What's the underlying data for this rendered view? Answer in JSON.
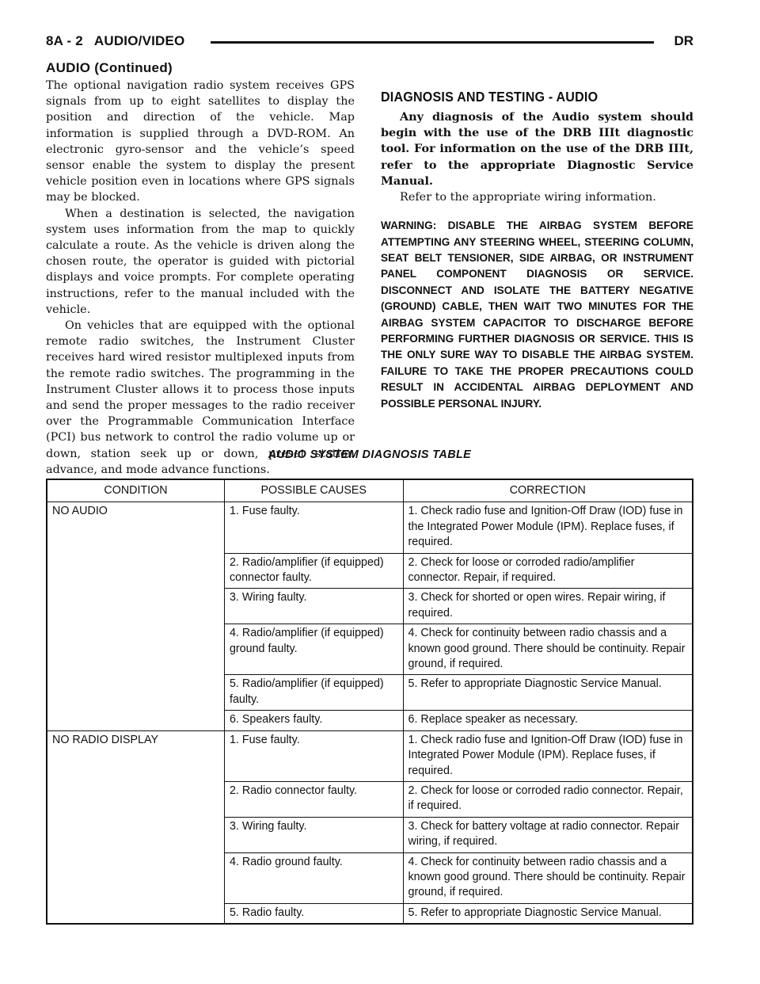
{
  "header": {
    "page_number": "8A - 2",
    "section_title": "AUDIO/VIDEO",
    "model_code": "DR"
  },
  "continued_heading": "AUDIO (Continued)",
  "left_column": {
    "paragraphs": [
      "The optional navigation radio system receives GPS signals from up to eight satellites to display the position and direction of the vehicle. Map information is supplied through a DVD-ROM. An electronic gyro-sensor and the vehicle’s speed sensor enable the system to display the present vehicle position even in locations where GPS signals may be blocked.",
      "When a destination is selected, the navigation system uses information from the map to quickly calculate a route. As the vehicle is driven along the chosen route, the operator is guided with pictorial displays and voice prompts. For complete operating instructions, refer to the manual included with the vehicle.",
      "On vehicles that are equipped with the optional remote radio switches, the Instrument Cluster receives hard wired resistor multiplexed inputs from the remote radio switches. The programming in the Instrument Cluster allows it to process those inputs and send the proper messages to the radio receiver over the Programmable Communication Interface (PCI) bus network to control the radio volume up or down, station seek up or down, preset station advance, and mode advance functions."
    ]
  },
  "right_column": {
    "heading": "DIAGNOSIS AND TESTING - AUDIO",
    "bold_paragraph": "Any diagnosis of the Audio system should begin with the use of the DRB IIIt diagnostic tool. For information on the use of the DRB IIIt, refer to the appropriate Diagnostic Service Manual.",
    "normal_paragraph": "Refer to the appropriate wiring information.",
    "warning": "WARNING: DISABLE THE AIRBAG SYSTEM BEFORE ATTEMPTING ANY STEERING WHEEL, STEERING COLUMN, SEAT BELT TENSIONER, SIDE AIRBAG, OR INSTRUMENT PANEL COMPONENT DIAGNOSIS OR SERVICE. DISCONNECT AND ISOLATE THE BATTERY NEGATIVE (GROUND) CABLE, THEN WAIT TWO MINUTES FOR THE AIRBAG SYSTEM CAPACITOR TO DISCHARGE BEFORE PERFORMING FURTHER DIAGNOSIS OR SERVICE. THIS IS THE ONLY SURE WAY TO DISABLE THE AIRBAG SYSTEM. FAILURE TO TAKE THE PROPER PRECAUTIONS COULD RESULT IN ACCIDENTAL AIRBAG DEPLOYMENT AND POSSIBLE PERSONAL INJURY."
  },
  "table": {
    "title": "AUDIO SYSTEM DIAGNOSIS TABLE",
    "headers": [
      "CONDITION",
      "POSSIBLE CAUSES",
      "CORRECTION"
    ],
    "groups": [
      {
        "condition": "NO AUDIO",
        "rows": [
          [
            "1. Fuse faulty.",
            "1. Check radio fuse and Ignition-Off Draw (IOD) fuse in the Integrated Power Module (IPM). Replace fuses, if required."
          ],
          [
            "2. Radio/amplifier (if equipped) connector faulty.",
            "2. Check for loose or corroded radio/amplifier connector. Repair, if required."
          ],
          [
            "3. Wiring faulty.",
            "3. Check for shorted or open wires. Repair wiring, if required."
          ],
          [
            "4. Radio/amplifier (if equipped) ground faulty.",
            "4. Check for continuity between radio chassis and a known good ground. There should be continuity. Repair ground, if required."
          ],
          [
            "5. Radio/amplifier (if equipped) faulty.",
            "5. Refer to appropriate Diagnostic Service Manual."
          ],
          [
            "6. Speakers faulty.",
            "6. Replace speaker as necessary."
          ]
        ]
      },
      {
        "condition": "NO RADIO DISPLAY",
        "rows": [
          [
            "1. Fuse faulty.",
            "1. Check radio fuse and Ignition-Off Draw (IOD) fuse in Integrated Power Module (IPM). Replace fuses, if required."
          ],
          [
            "2. Radio connector faulty.",
            "2. Check for loose or corroded radio connector. Repair, if required."
          ],
          [
            "3. Wiring faulty.",
            "3. Check for battery voltage at radio connector. Repair wiring, if required."
          ],
          [
            "4. Radio ground faulty.",
            "4. Check for continuity between radio chassis and a known good ground. There should be continuity. Repair ground, if required."
          ],
          [
            "5. Radio faulty.",
            "5. Refer to appropriate Diagnostic Service Manual."
          ]
        ]
      }
    ]
  }
}
